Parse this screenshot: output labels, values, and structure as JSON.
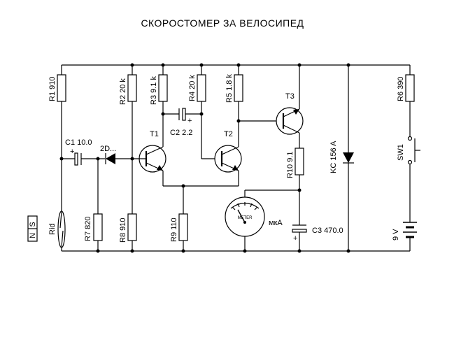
{
  "title": "СКОРОСТОМЕР ЗА ВЕЛОСИПЕД",
  "components": {
    "r1": "R1 910",
    "r2": "R2 20 k",
    "r3": "R3 9.1 k",
    "r4": "R4 20 k",
    "r5": "R5 1.8 k",
    "r6": "R6 390",
    "r7": "R7 820",
    "r8": "R8 910",
    "r9": "R9 110",
    "r10": "R10 9.1",
    "c1": "C1 10.0",
    "c2": "C2 2.2",
    "c3": "C3 470.0",
    "d1": "2D...",
    "zener": "KC 156 A",
    "t1": "T1",
    "t2": "T2",
    "t3": "T3",
    "sw1": "SW1",
    "battery": "9 V",
    "reed": "Rid",
    "meter_face": "METER",
    "meter_unit": "мкА",
    "magnet_n": "N",
    "magnet_s": "S",
    "plus": "+"
  }
}
